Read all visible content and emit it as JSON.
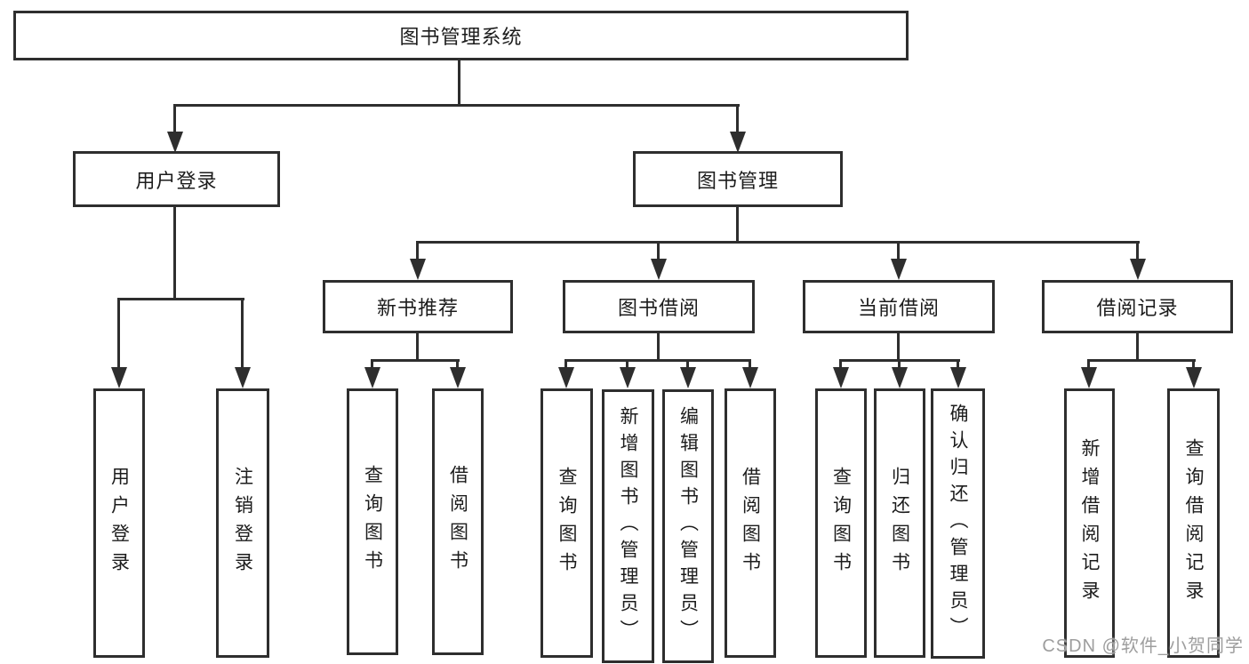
{
  "diagram": {
    "title_node": {
      "label": "图书管理系统"
    },
    "branches": {
      "user_login": {
        "label": "用户登录"
      },
      "book_management": {
        "label": "图书管理"
      }
    },
    "sections": {
      "new_book": {
        "label": "新书推荐"
      },
      "book_borrow": {
        "label": "图书借阅"
      },
      "current_borrow": {
        "label": "当前借阅"
      },
      "borrow_record": {
        "label": "借阅记录"
      }
    },
    "leaves": {
      "user": [
        "用户登录",
        "注销登录"
      ],
      "new_book": [
        "查询图书",
        "借阅图书"
      ],
      "book_borrow": [
        "查询图书",
        "新增图书（管理员）",
        "编辑图书（管理员）",
        "借阅图书"
      ],
      "current_borrow": [
        "查询图书",
        "归还图书",
        "确认归还（管理员）"
      ],
      "borrow_record": [
        "新增借阅记录",
        "查询借阅记录"
      ]
    }
  },
  "watermark": {
    "text": "CSDN @软件_小贺同学",
    "color": "#9e9e9e"
  },
  "colors": {
    "line": "#2e2e2e",
    "text": "#1c1c1c",
    "background": "#ffffff"
  }
}
